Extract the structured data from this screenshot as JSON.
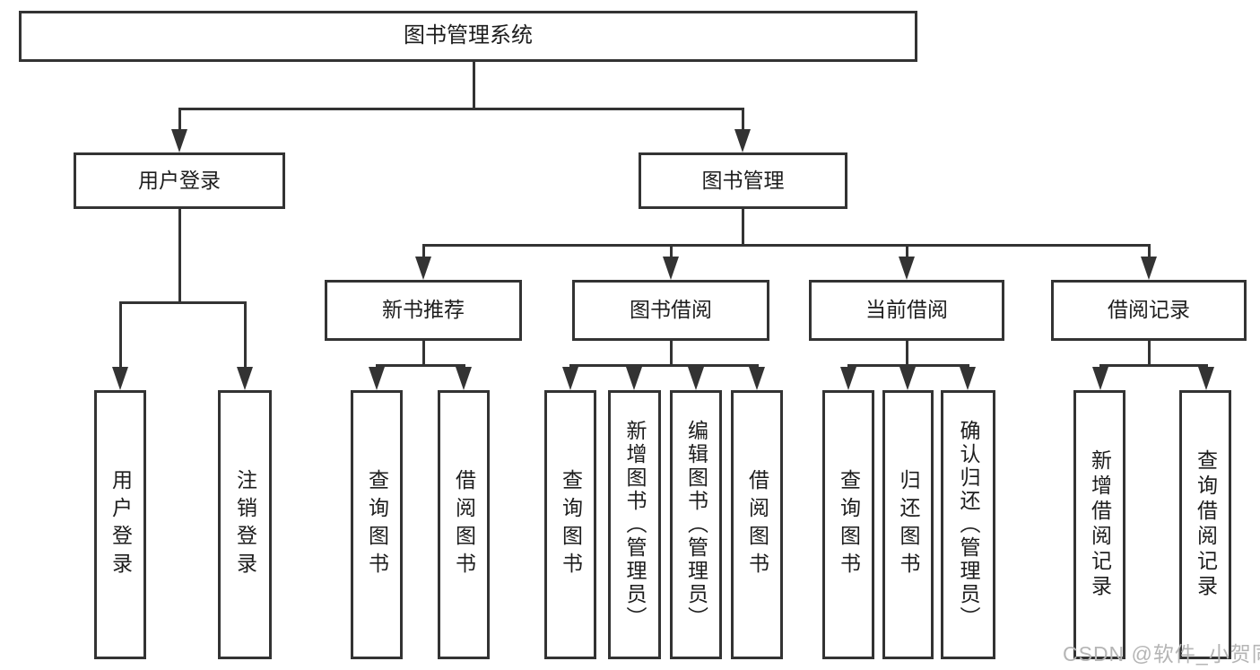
{
  "colors": {
    "line": "#333333",
    "text": "#1d1d1d",
    "fill": "#ffffff",
    "watermark": "#b5b5b5"
  },
  "watermark": {
    "text": "CSDN @软件_小贺同学"
  },
  "tree": {
    "root": {
      "label": "图书管理系统"
    },
    "branches": [
      {
        "label": "用户登录",
        "children": [
          {
            "label": "用户登录"
          },
          {
            "label": "注销登录"
          }
        ]
      },
      {
        "label": "图书管理",
        "children": [
          {
            "label": "新书推荐",
            "children": [
              {
                "label": "查询图书"
              },
              {
                "label": "借阅图书"
              }
            ]
          },
          {
            "label": "图书借阅",
            "children": [
              {
                "label": "查询图书"
              },
              {
                "label": "新增图书（管理员）"
              },
              {
                "label": "编辑图书（管理员）"
              },
              {
                "label": "借阅图书"
              }
            ]
          },
          {
            "label": "当前借阅",
            "children": [
              {
                "label": "查询图书"
              },
              {
                "label": "归还图书"
              },
              {
                "label": "确认归还（管理员）"
              }
            ]
          },
          {
            "label": "借阅记录",
            "children": [
              {
                "label": "新增借阅记录"
              },
              {
                "label": "查询借阅记录"
              }
            ]
          }
        ]
      }
    ]
  }
}
